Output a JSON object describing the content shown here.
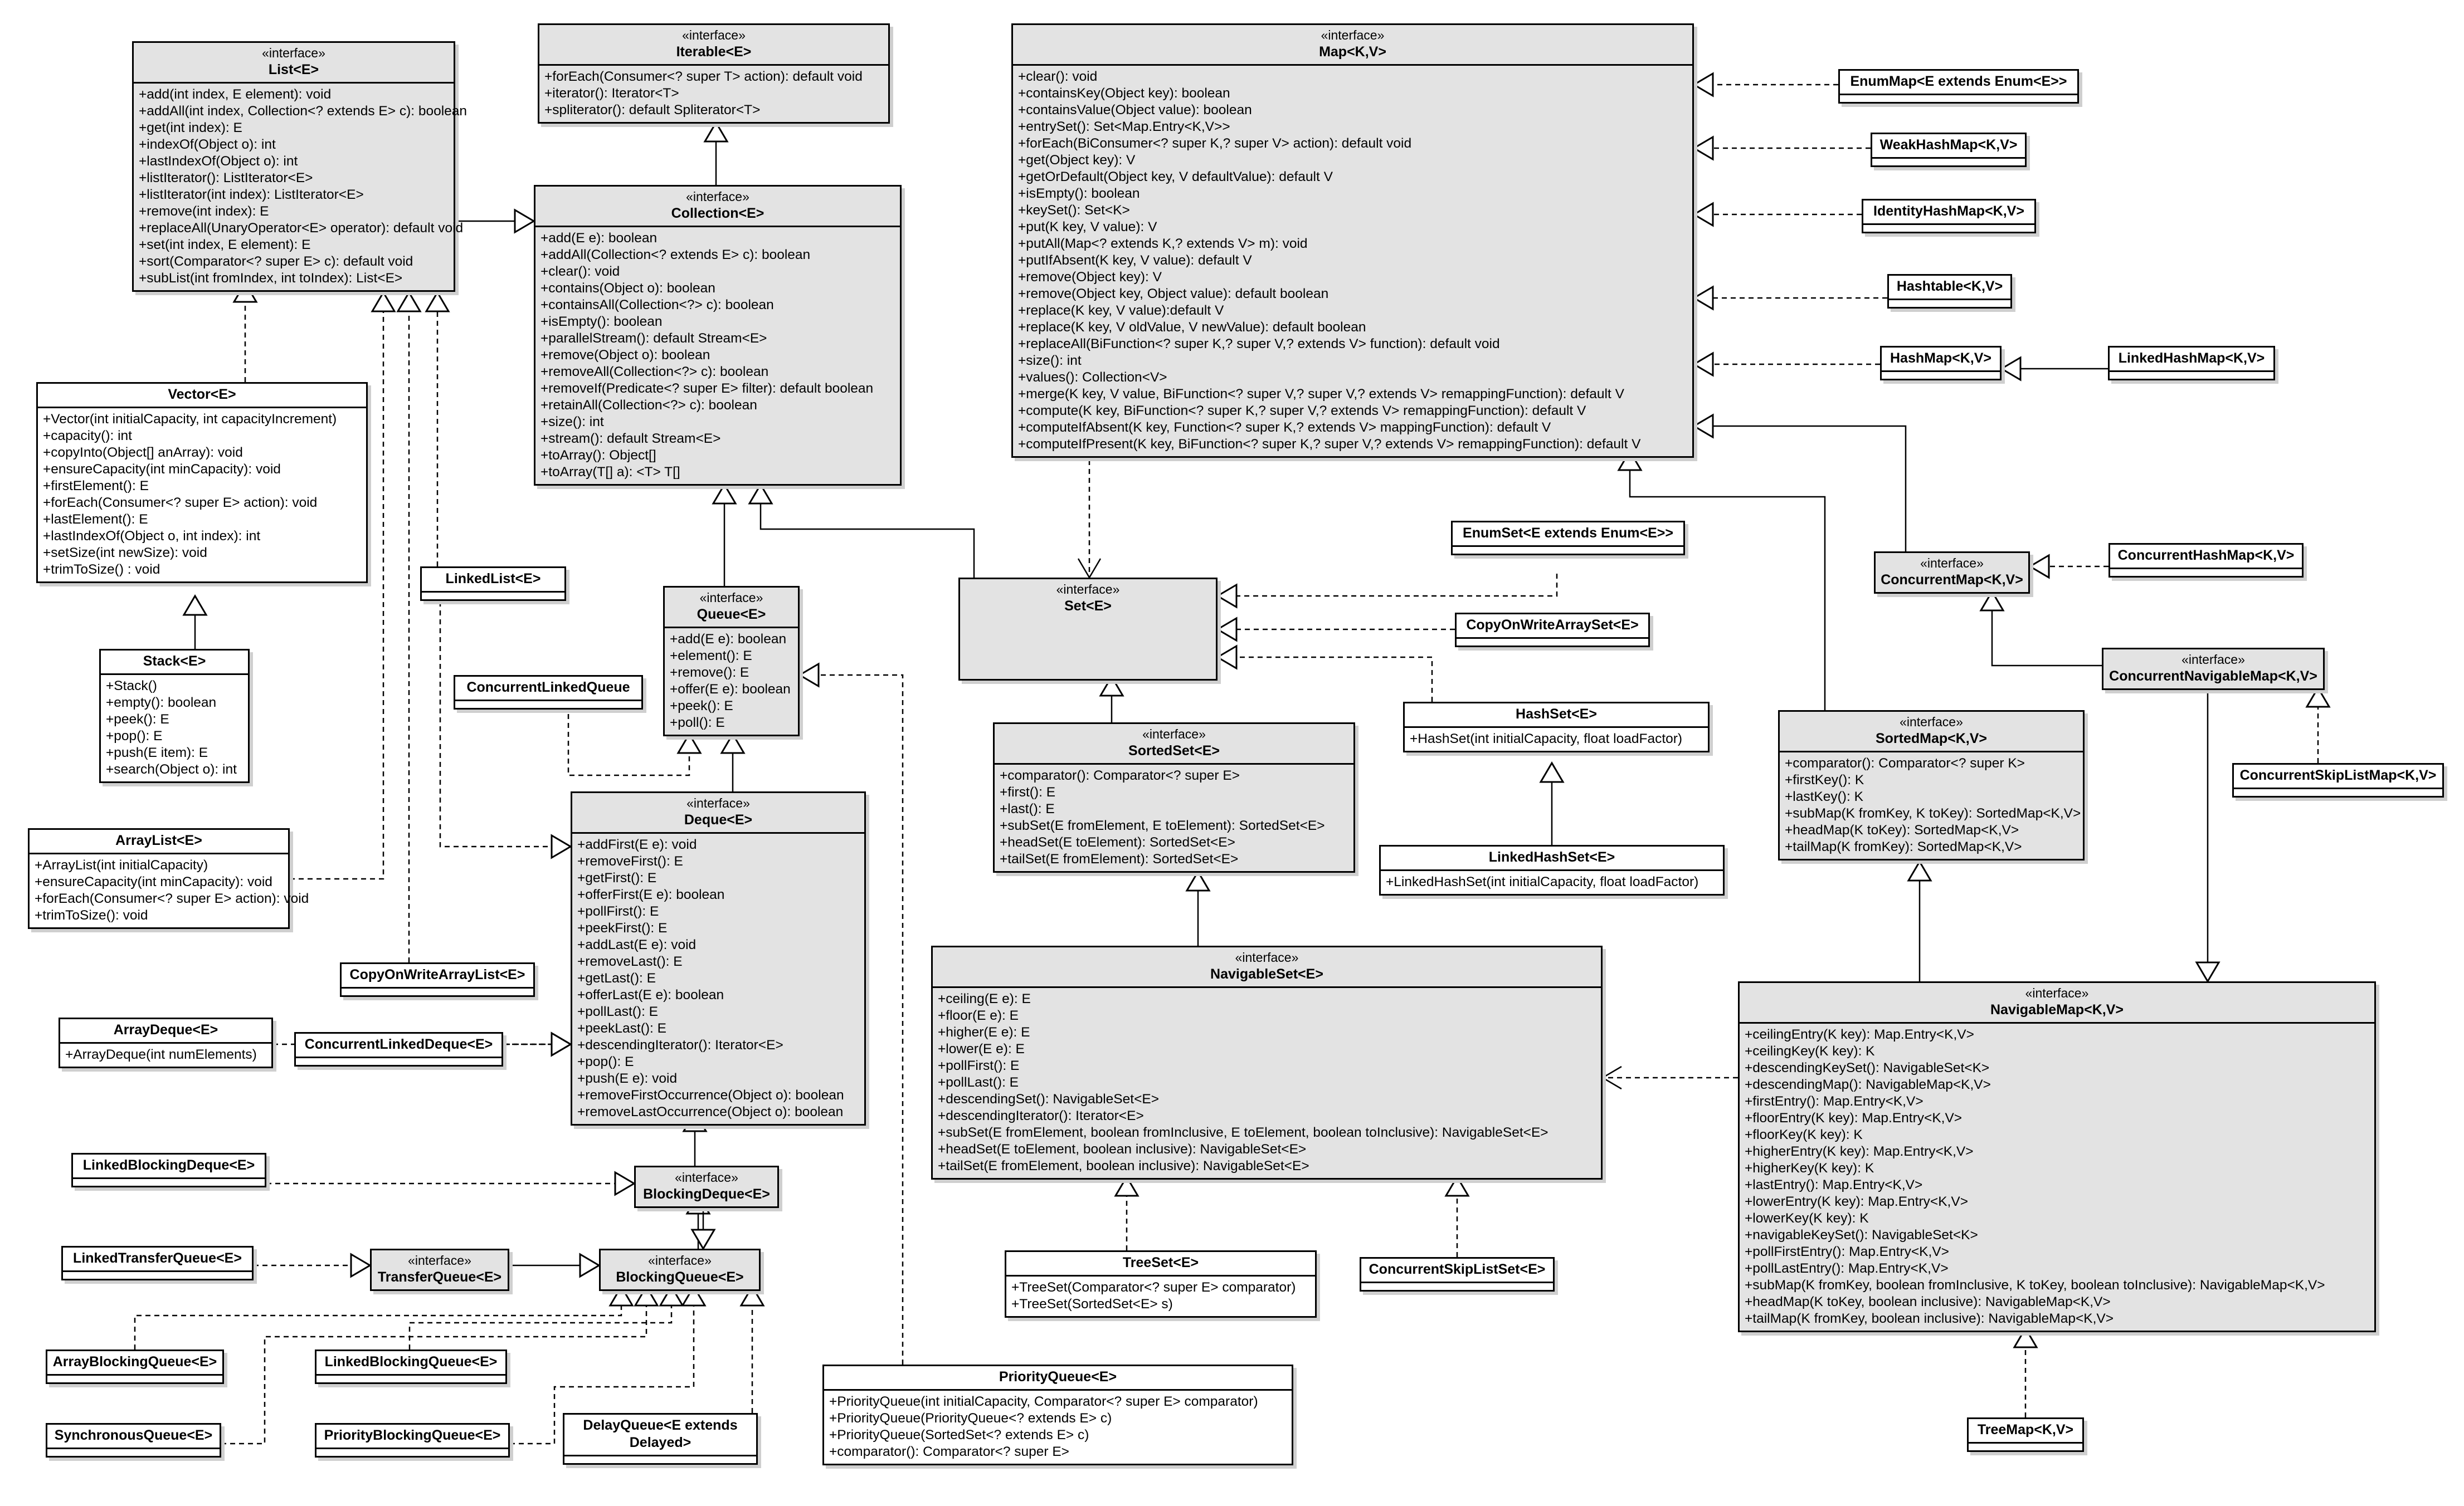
{
  "diagram": {
    "classes": {
      "List": {
        "stereotype": "«interface»",
        "name": "List<E>",
        "methods": [
          "+add(int index, E element): void",
          "+addAll(int index, Collection<? extends E> c): boolean",
          "+get(int index): E",
          "+indexOf(Object o): int",
          "+lastIndexOf(Object o): int",
          "+listIterator(): ListIterator<E>",
          "+listIterator(int index): ListIterator<E>",
          "+remove(int index): E",
          "+replaceAll(UnaryOperator<E> operator): default void",
          "+set(int index, E element): E",
          "+sort(Comparator<? super E> c): default void",
          "+subList(int fromIndex, int toIndex): List<E>"
        ]
      },
      "Iterable": {
        "stereotype": "«interface»",
        "name": "Iterable<E>",
        "methods": [
          "+forEach(Consumer<? super T> action): default void",
          "+iterator(): Iterator<T>",
          "+spliterator(): default Spliterator<T>"
        ]
      },
      "Map": {
        "stereotype": "«interface»",
        "name": "Map<K,V>",
        "methods": [
          "+clear(): void",
          "+containsKey(Object key): boolean",
          "+containsValue(Object value): boolean",
          "+entrySet(): Set<Map.Entry<K,V>>",
          "+forEach(BiConsumer<? super K,? super V> action): default void",
          "+get(Object key): V",
          "+getOrDefault(Object key, V defaultValue): default V",
          "+isEmpty(): boolean",
          "+keySet(): Set<K>",
          "+put(K key, V value): V",
          "+putAll(Map<? extends K,? extends V> m): void",
          "+putIfAbsent(K key, V value): default V",
          "+remove(Object key): V",
          "+remove(Object key, Object value): default boolean",
          "+replace(K key, V value):default  V",
          "+replace(K key, V oldValue, V newValue): default boolean",
          "+replaceAll(BiFunction<? super K,? super V,? extends V> function): default void",
          "+size(): int",
          "+values(): Collection<V>",
          "+merge(K key, V value, BiFunction<? super V,? super V,? extends V> remappingFunction): default V",
          "+compute(K key, BiFunction<? super K,? super V,? extends V> remappingFunction): default V",
          "+computeIfAbsent(K key, Function<? super K,? extends V> mappingFunction): default V",
          "+computeIfPresent(K key, BiFunction<? super K,? super V,? extends V> remappingFunction): default V"
        ]
      },
      "EnumMap": {
        "name": "EnumMap<E extends Enum<E>>"
      },
      "WeakHashMap": {
        "name": "WeakHashMap<K,V>"
      },
      "IdentityHashMap": {
        "name": "IdentityHashMap<K,V>"
      },
      "Hashtable": {
        "name": "Hashtable<K,V>"
      },
      "HashMap": {
        "name": "HashMap<K,V>"
      },
      "LinkedHashMap": {
        "name": "LinkedHashMap<K,V>"
      },
      "Collection": {
        "stereotype": "«interface»",
        "name": "Collection<E>",
        "methods": [
          "+add(E e): boolean",
          "+addAll(Collection<? extends E> c): boolean",
          "+clear(): void",
          "+contains(Object o): boolean",
          "+containsAll(Collection<?> c): boolean",
          "+isEmpty(): boolean",
          "+parallelStream(): default Stream<E>",
          "+remove(Object o): boolean",
          "+removeAll(Collection<?> c): boolean",
          "+removeIf(Predicate<? super E> filter): default boolean",
          "+retainAll(Collection<?> c): boolean",
          "+size(): int",
          "+stream(): default Stream<E>",
          "+toArray(): Object[]",
          "+toArray(T[] a): <T> T[]"
        ]
      },
      "Vector": {
        "name": "Vector<E>",
        "methods": [
          "+Vector(int initialCapacity, int capacityIncrement)",
          "+capacity(): int",
          "+copyInto(Object[] anArray): void",
          "+ensureCapacity(int minCapacity): void",
          "+firstElement(): E",
          "+forEach(Consumer<? super E> action): void",
          "+lastElement(): E",
          "+lastIndexOf(Object o, int index): int",
          "+setSize(int newSize): void",
          "+trimToSize() : void"
        ]
      },
      "Stack": {
        "name": "Stack<E>",
        "methods": [
          "+Stack()",
          "+empty(): boolean",
          "+peek(): E",
          "+pop(): E",
          "+push(E item): E",
          "+search(Object o): int"
        ]
      },
      "ArrayList": {
        "name": "ArrayList<E>",
        "methods": [
          "+ArrayList(int initialCapacity)",
          "+ensureCapacity(int minCapacity): void",
          "+forEach(Consumer<? super E> action): void",
          "+trimToSize(): void"
        ]
      },
      "LinkedList": {
        "name": "LinkedList<E>"
      },
      "Queue": {
        "stereotype": "«interface»",
        "name": "Queue<E>",
        "methods": [
          "+add(E e): boolean",
          "+element(): E",
          "+remove(): E",
          "+offer(E e): boolean",
          "+peek(): E",
          "+poll(): E"
        ]
      },
      "ConcurrentLinkedQueue": {
        "name": "ConcurrentLinkedQueue"
      },
      "Set": {
        "stereotype": "«interface»",
        "name": "Set<E>"
      },
      "EnumSet": {
        "name": "EnumSet<E extends Enum<E>>"
      },
      "CopyOnWriteArraySet": {
        "name": "CopyOnWriteArraySet<E>"
      },
      "HashSet": {
        "name": "HashSet<E>",
        "methods": [
          "+HashSet(int initialCapacity, float loadFactor)"
        ]
      },
      "LinkedHashSet": {
        "name": "LinkedHashSet<E>",
        "methods": [
          "+LinkedHashSet(int initialCapacity, float loadFactor)"
        ]
      },
      "ConcurrentMap": {
        "stereotype": "«interface»",
        "name": "ConcurrentMap<K,V>"
      },
      "ConcurrentHashMap": {
        "name": "ConcurrentHashMap<K,V>"
      },
      "ConcurrentNavigableMap": {
        "stereotype": "«interface»",
        "name": "ConcurrentNavigableMap<K,V>"
      },
      "ConcurrentSkipListMap": {
        "name": "ConcurrentSkipListMap<K,V>"
      },
      "SortedSet": {
        "stereotype": "«interface»",
        "name": "SortedSet<E>",
        "methods": [
          "+comparator(): Comparator<? super E>",
          "+first(): E",
          "+last(): E",
          "+subSet(E fromElement, E toElement): SortedSet<E>",
          "+headSet(E toElement): SortedSet<E>",
          "+tailSet(E fromElement): SortedSet<E>"
        ]
      },
      "SortedMap": {
        "stereotype": "«interface»",
        "name": "SortedMap<K,V>",
        "methods": [
          "+comparator(): Comparator<? super K>",
          "+firstKey(): K",
          "+lastKey(): K",
          "+subMap(K fromKey, K toKey): SortedMap<K,V>",
          "+headMap(K toKey): SortedMap<K,V>",
          "+tailMap(K fromKey): SortedMap<K,V>"
        ]
      },
      "Deque": {
        "stereotype": "«interface»",
        "name": "Deque<E>",
        "methods": [
          "+addFirst(E e): void",
          "+removeFirst(): E",
          "+getFirst(): E",
          "+offerFirst(E e): boolean",
          "+pollFirst(): E",
          "+peekFirst(): E",
          "+addLast(E e): void",
          "+removeLast(): E",
          "+getLast(): E",
          "+offerLast(E e): boolean",
          "+pollLast(): E",
          "+peekLast(): E",
          "+descendingIterator(): Iterator<E>",
          "+pop(): E",
          "+push(E e): void",
          "+removeFirstOccurrence(Object o): boolean",
          "+removeLastOccurrence(Object o): boolean"
        ]
      },
      "CopyOnWriteArrayList": {
        "name": "CopyOnWriteArrayList<E>"
      },
      "ArrayDeque": {
        "name": "ArrayDeque<E>",
        "methods": [
          "+ArrayDeque(int numElements)"
        ]
      },
      "ConcurrentLinkedDeque": {
        "name": "ConcurrentLinkedDeque<E>"
      },
      "NavigableSet": {
        "stereotype": "«interface»",
        "name": "NavigableSet<E>",
        "methods": [
          "+ceiling(E e): E",
          "+floor(E e): E",
          "+higher(E e): E",
          "+lower(E e): E",
          "+pollFirst(): E",
          "+pollLast(): E",
          "+descendingSet(): NavigableSet<E>",
          "+descendingIterator(): Iterator<E>",
          "+subSet(E fromElement, boolean fromInclusive, E toElement, boolean toInclusive): NavigableSet<E>",
          "+headSet(E toElement, boolean inclusive): NavigableSet<E>",
          "+tailSet(E fromElement, boolean inclusive): NavigableSet<E>"
        ]
      },
      "NavigableMap": {
        "stereotype": "«interface»",
        "name": "NavigableMap<K,V>",
        "methods": [
          "+ceilingEntry(K key): Map.Entry<K,V>",
          "+ceilingKey(K key): K",
          "+descendingKeySet(): NavigableSet<K>",
          "+descendingMap(): NavigableMap<K,V>",
          "+firstEntry(): Map.Entry<K,V>",
          "+floorEntry(K key): Map.Entry<K,V>",
          "+floorKey(K key): K",
          "+higherEntry(K key): Map.Entry<K,V>",
          "+higherKey(K key): K",
          "+lastEntry(): Map.Entry<K,V>",
          "+lowerEntry(K key): Map.Entry<K,V>",
          "+lowerKey(K key): K",
          "+navigableKeySet(): NavigableSet<K>",
          "+pollFirstEntry(): Map.Entry<K,V>",
          "+pollLastEntry(): Map.Entry<K,V>",
          "+subMap(K fromKey, boolean fromInclusive, K toKey, boolean toInclusive): NavigableMap<K,V>",
          "+headMap(K toKey, boolean inclusive): NavigableMap<K,V>",
          "+tailMap(K fromKey, boolean inclusive): NavigableMap<K,V>"
        ]
      },
      "LinkedBlockingDeque": {
        "name": "LinkedBlockingDeque<E>"
      },
      "BlockingDeque": {
        "stereotype": "«interface»",
        "name": "BlockingDeque<E>"
      },
      "LinkedTransferQueue": {
        "name": "LinkedTransferQueue<E>"
      },
      "TransferQueue": {
        "stereotype": "«interface»",
        "name": "TransferQueue<E>"
      },
      "BlockingQueue": {
        "stereotype": "«interface»",
        "name": "BlockingQueue<E>"
      },
      "TreeSet": {
        "name": "TreeSet<E>",
        "methods": [
          "+TreeSet(Comparator<? super E> comparator)",
          "+TreeSet(SortedSet<E> s)"
        ]
      },
      "ConcurrentSkipListSet": {
        "name": "ConcurrentSkipListSet<E>"
      },
      "ArrayBlockingQueue": {
        "name": "ArrayBlockingQueue<E>"
      },
      "LinkedBlockingQueue": {
        "name": "LinkedBlockingQueue<E>"
      },
      "PriorityQueue": {
        "name": "PriorityQueue<E>",
        "methods": [
          "+PriorityQueue(int initialCapacity, Comparator<? super E> comparator)",
          "+PriorityQueue(PriorityQueue<? extends E> c)",
          "+PriorityQueue(SortedSet<? extends E> c)",
          "+comparator(): Comparator<? super E>"
        ]
      },
      "SynchronousQueue": {
        "name": "SynchronousQueue<E>"
      },
      "PriorityBlockingQueue": {
        "name": "PriorityBlockingQueue<E>"
      },
      "DelayQueue": {
        "name": "DelayQueue<E extends Delayed>"
      },
      "TreeMap": {
        "name": "TreeMap<K,V>"
      }
    },
    "edges": [
      {
        "from": "Collection",
        "to": "Iterable",
        "kind": "extends"
      },
      {
        "from": "List",
        "to": "Collection",
        "kind": "extends"
      },
      {
        "from": "Vector",
        "to": "List",
        "kind": "implements"
      },
      {
        "from": "Stack",
        "to": "Vector",
        "kind": "extends"
      },
      {
        "from": "ArrayList",
        "to": "List",
        "kind": "implements"
      },
      {
        "from": "LinkedList",
        "to": "List",
        "kind": "implements"
      },
      {
        "from": "LinkedList",
        "to": "Deque",
        "kind": "implements"
      },
      {
        "from": "CopyOnWriteArrayList",
        "to": "List",
        "kind": "implements"
      },
      {
        "from": "Queue",
        "to": "Collection",
        "kind": "extends"
      },
      {
        "from": "Set",
        "to": "Collection",
        "kind": "extends"
      },
      {
        "from": "ConcurrentLinkedQueue",
        "to": "Queue",
        "kind": "implements"
      },
      {
        "from": "Deque",
        "to": "Queue",
        "kind": "extends"
      },
      {
        "from": "PriorityQueue",
        "to": "Queue",
        "kind": "implements"
      },
      {
        "from": "BlockingQueue",
        "to": "Queue",
        "kind": "extends"
      },
      {
        "from": "ArrayDeque",
        "to": "Deque",
        "kind": "implements"
      },
      {
        "from": "ConcurrentLinkedDeque",
        "to": "Deque",
        "kind": "implements"
      },
      {
        "from": "BlockingDeque",
        "to": "Deque",
        "kind": "extends"
      },
      {
        "from": "BlockingDeque",
        "to": "BlockingQueue",
        "kind": "extends"
      },
      {
        "from": "LinkedBlockingDeque",
        "to": "BlockingDeque",
        "kind": "implements"
      },
      {
        "from": "LinkedTransferQueue",
        "to": "TransferQueue",
        "kind": "implements"
      },
      {
        "from": "TransferQueue",
        "to": "BlockingQueue",
        "kind": "extends"
      },
      {
        "from": "ArrayBlockingQueue",
        "to": "BlockingQueue",
        "kind": "implements"
      },
      {
        "from": "SynchronousQueue",
        "to": "BlockingQueue",
        "kind": "implements"
      },
      {
        "from": "LinkedBlockingQueue",
        "to": "BlockingQueue",
        "kind": "implements"
      },
      {
        "from": "PriorityBlockingQueue",
        "to": "BlockingQueue",
        "kind": "implements"
      },
      {
        "from": "DelayQueue",
        "to": "BlockingQueue",
        "kind": "implements"
      },
      {
        "from": "Map",
        "to": "Set",
        "kind": "dependency"
      },
      {
        "from": "EnumSet",
        "to": "Set",
        "kind": "implements"
      },
      {
        "from": "CopyOnWriteArraySet",
        "to": "Set",
        "kind": "implements"
      },
      {
        "from": "HashSet",
        "to": "Set",
        "kind": "implements"
      },
      {
        "from": "LinkedHashSet",
        "to": "HashSet",
        "kind": "extends"
      },
      {
        "from": "SortedSet",
        "to": "Set",
        "kind": "extends"
      },
      {
        "from": "NavigableSet",
        "to": "SortedSet",
        "kind": "extends"
      },
      {
        "from": "TreeSet",
        "to": "NavigableSet",
        "kind": "implements"
      },
      {
        "from": "ConcurrentSkipListSet",
        "to": "NavigableSet",
        "kind": "implements"
      },
      {
        "from": "NavigableMap",
        "to": "NavigableSet",
        "kind": "dependency"
      },
      {
        "from": "EnumMap",
        "to": "Map",
        "kind": "implements"
      },
      {
        "from": "WeakHashMap",
        "to": "Map",
        "kind": "implements"
      },
      {
        "from": "IdentityHashMap",
        "to": "Map",
        "kind": "implements"
      },
      {
        "from": "Hashtable",
        "to": "Map",
        "kind": "implements"
      },
      {
        "from": "HashMap",
        "to": "Map",
        "kind": "implements"
      },
      {
        "from": "LinkedHashMap",
        "to": "HashMap",
        "kind": "extends"
      },
      {
        "from": "ConcurrentMap",
        "to": "Map",
        "kind": "extends"
      },
      {
        "from": "SortedMap",
        "to": "Map",
        "kind": "extends"
      },
      {
        "from": "ConcurrentHashMap",
        "to": "ConcurrentMap",
        "kind": "implements"
      },
      {
        "from": "ConcurrentNavigableMap",
        "to": "ConcurrentMap",
        "kind": "extends"
      },
      {
        "from": "ConcurrentNavigableMap",
        "to": "NavigableMap",
        "kind": "extends"
      },
      {
        "from": "ConcurrentSkipListMap",
        "to": "ConcurrentNavigableMap",
        "kind": "implements"
      },
      {
        "from": "NavigableMap",
        "to": "SortedMap",
        "kind": "extends"
      },
      {
        "from": "TreeMap",
        "to": "NavigableMap",
        "kind": "implements"
      }
    ]
  }
}
